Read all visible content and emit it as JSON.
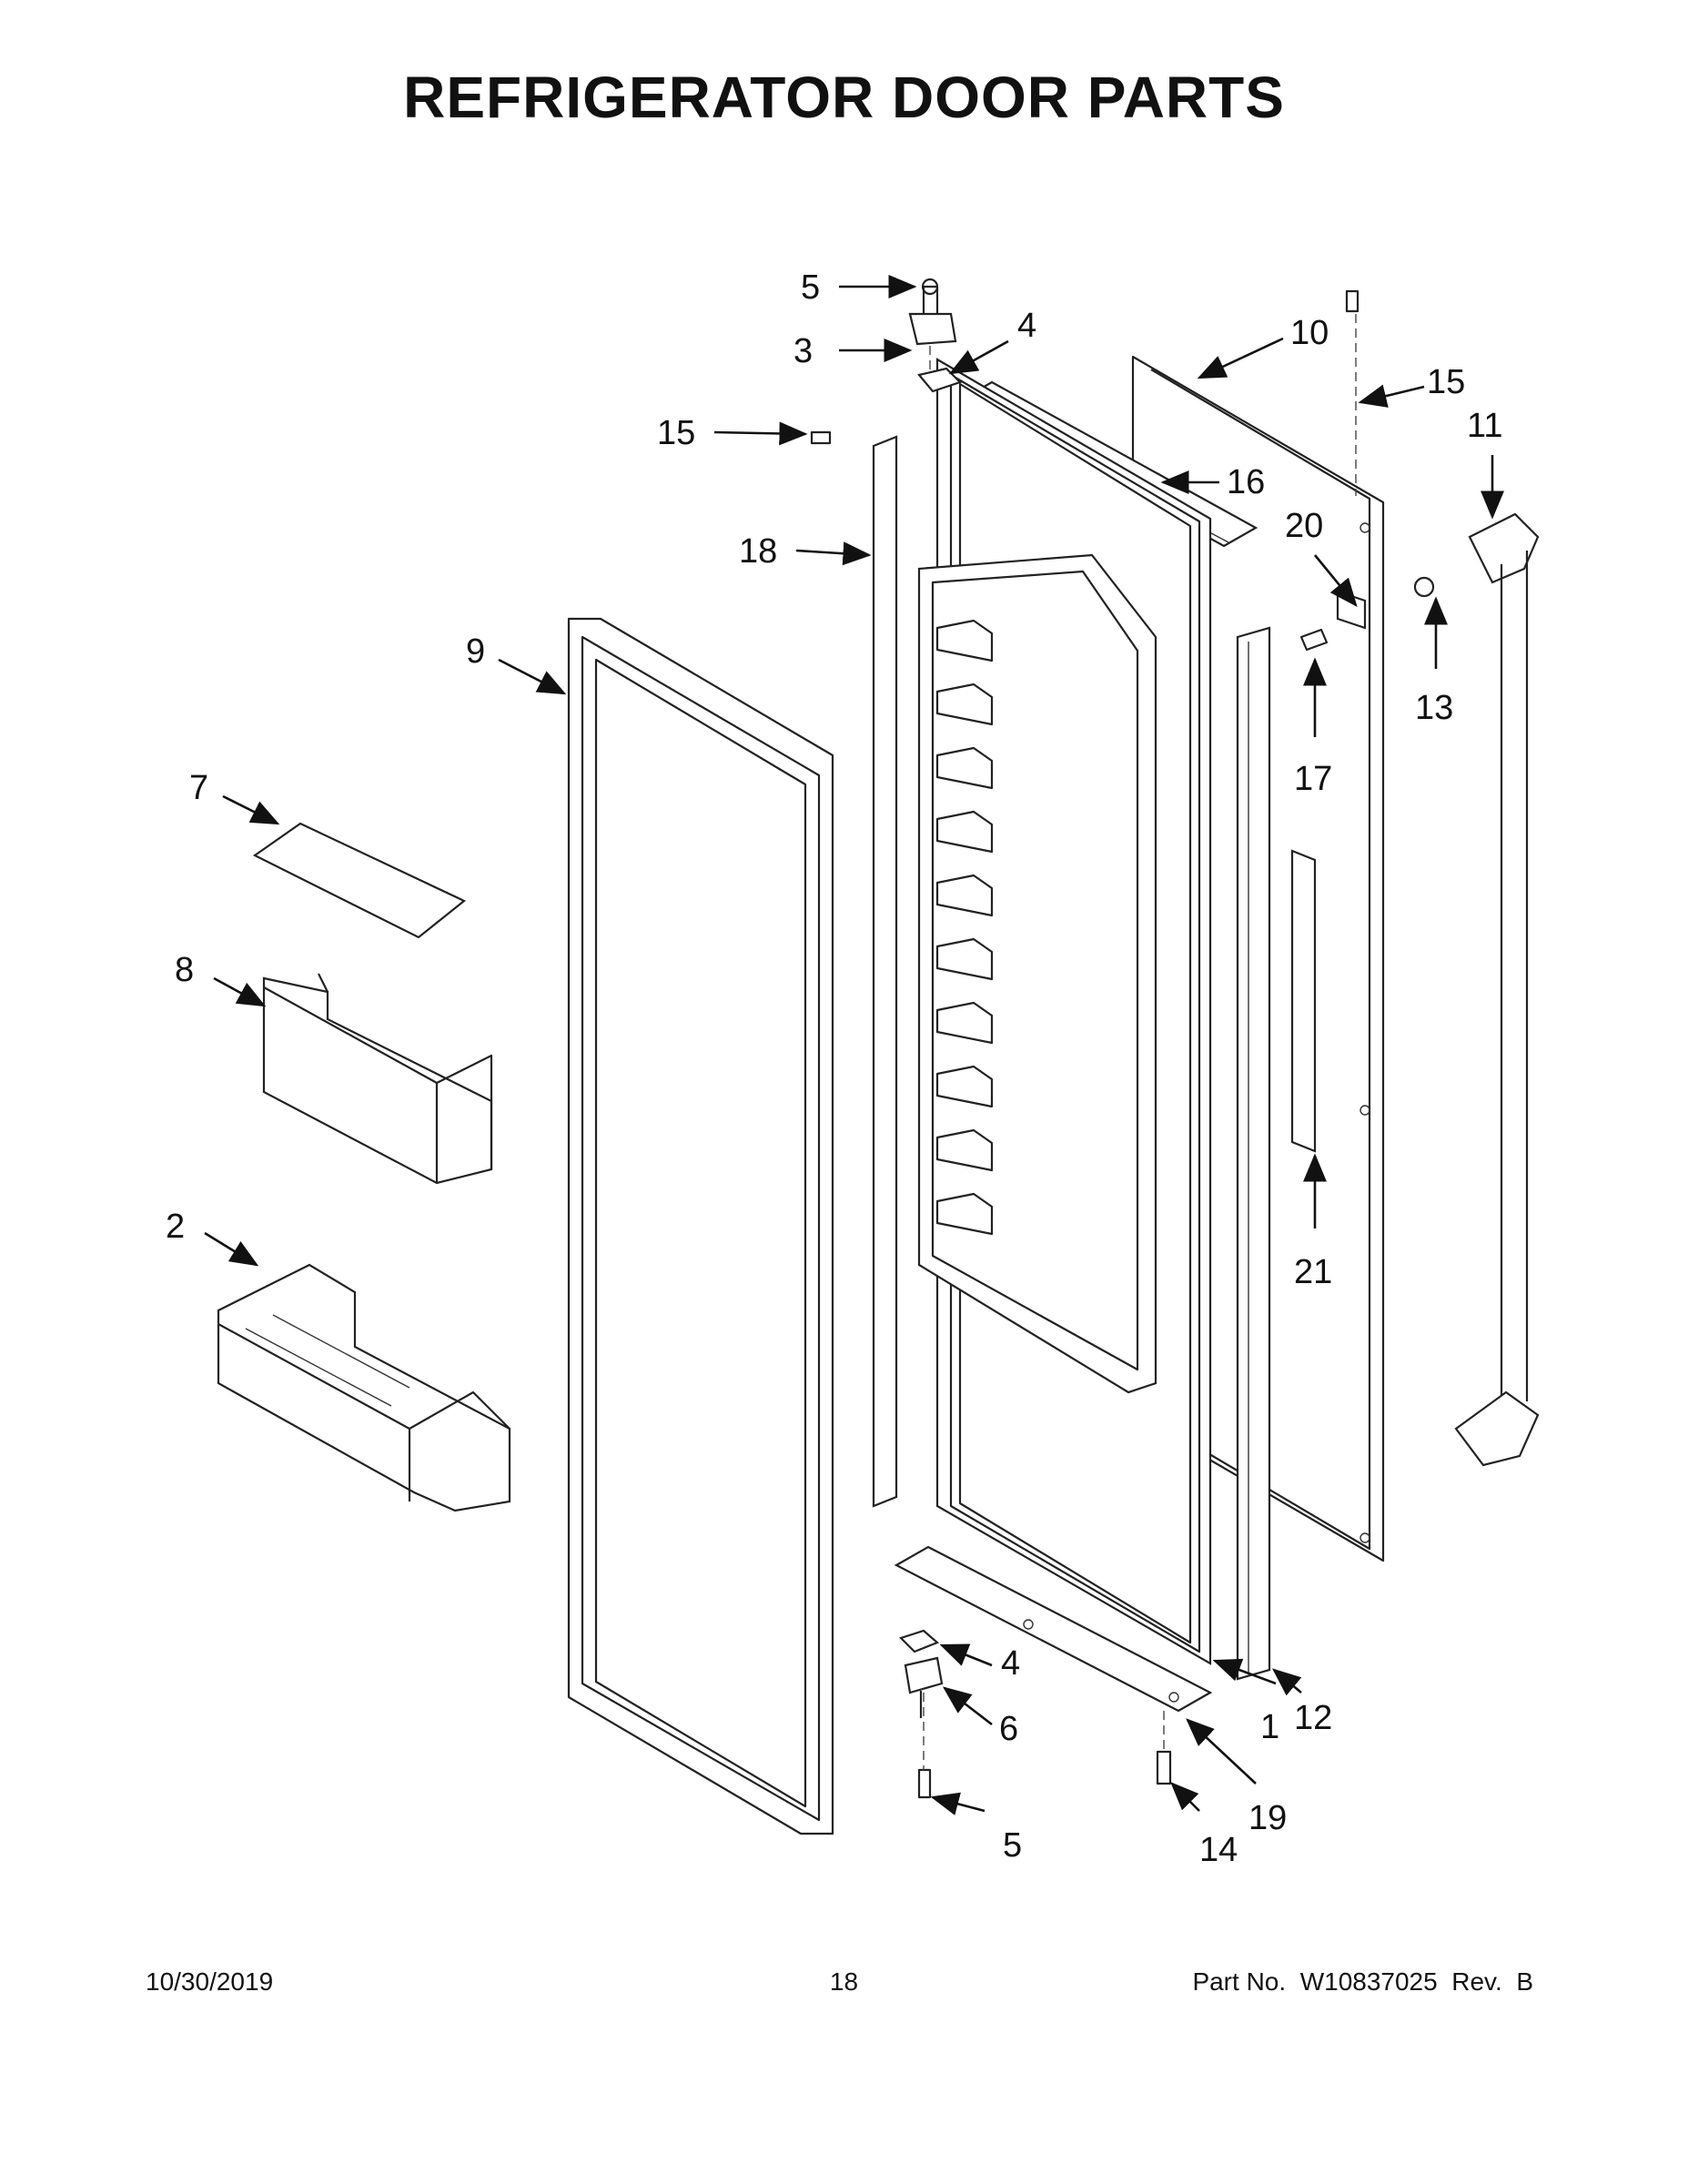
{
  "title": "REFRIGERATOR DOOR PARTS",
  "footer": {
    "date": "10/30/2019",
    "page": "18",
    "part_no": "Part No.  W10837025  Rev.  B"
  },
  "callouts": {
    "c1": "1",
    "c2": "2",
    "c3": "3",
    "c4a": "4",
    "c4b": "4",
    "c5a": "5",
    "c5b": "5",
    "c6": "6",
    "c7": "7",
    "c8": "8",
    "c9": "9",
    "c10": "10",
    "c11": "11",
    "c12": "12",
    "c13": "13",
    "c14": "14",
    "c15a": "15",
    "c15b": "15",
    "c16": "16",
    "c17": "17",
    "c18": "18",
    "c19": "19",
    "c20": "20",
    "c21": "21"
  }
}
